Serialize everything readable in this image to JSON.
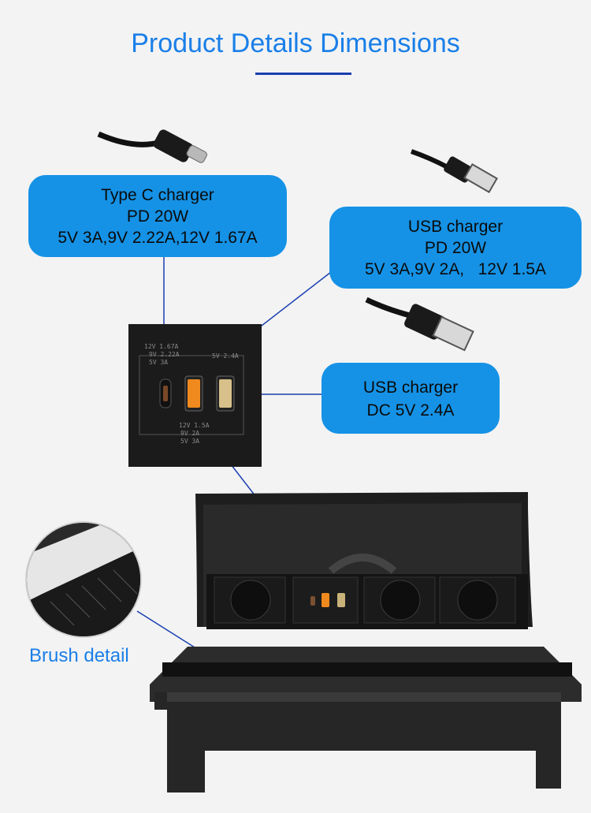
{
  "page": {
    "title": "Product Details Dimensions"
  },
  "callouts": {
    "type_c": {
      "line1": "Type C charger",
      "line2": "PD 20W",
      "line3": "5V 3A,9V 2.22A,12V 1.67A"
    },
    "usb_pd": {
      "line1": "USB charger",
      "line2": "PD 20W",
      "line3": "5V 3A,9V 2A,   12V 1.5A"
    },
    "usb_dc": {
      "line1": "USB charger",
      "line2": "DC 5V 2.4A"
    }
  },
  "panel_labels": {
    "typec_12v": "12V 1.67A",
    "typec_9v": "9V 2.22A",
    "typec_5v": "5V 3A",
    "usb_5v": "5V 2.4A",
    "usb_12v": "12V 1.5A",
    "usb_9v": "9V 2A",
    "usb_5v3a": "5V 3A"
  },
  "brush": {
    "label": "Brush detail"
  },
  "colors": {
    "accent": "#1a7fe8",
    "bubble": "#1592e6",
    "line": "#1a3fb0",
    "usb_orange": "#f08a1e"
  }
}
